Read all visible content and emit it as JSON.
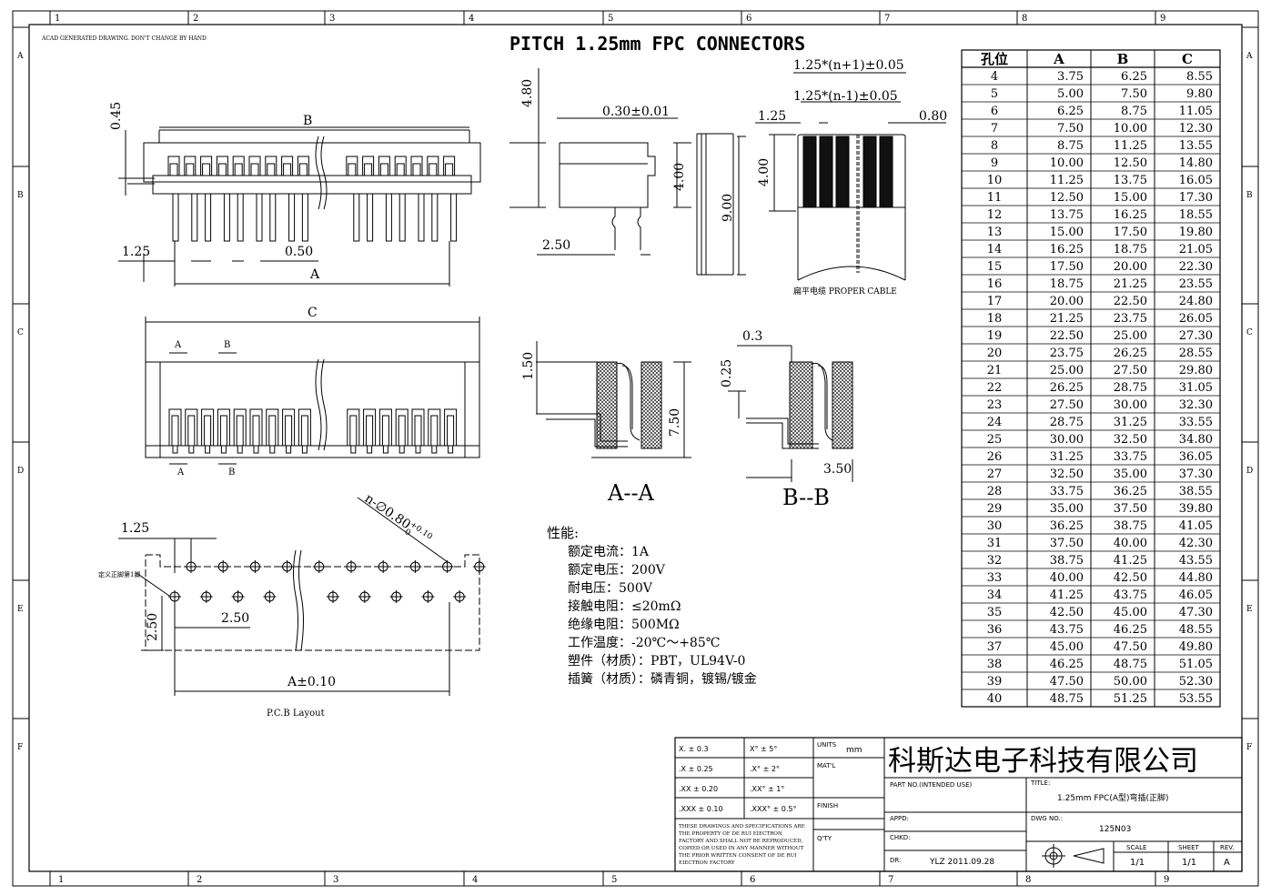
{
  "title": "PITCH 1.25mm FPC CONNECTORS",
  "note_acad": "ACAD GENERATED DRAWING. DON'T CHANGE BY HAND",
  "frame": {
    "cols": [
      "1",
      "2",
      "3",
      "4",
      "5",
      "6",
      "7",
      "8",
      "9"
    ],
    "rows": [
      "A",
      "B",
      "C",
      "D",
      "E",
      "F"
    ]
  },
  "dims": {
    "d045": "0.45",
    "B": "B",
    "d480": "4.80",
    "d125a": "1.25",
    "d050": "0.50",
    "A": "A",
    "d030": "0.30±0.01",
    "d400a": "4.00",
    "d900": "9.00",
    "d250a": "2.50",
    "np1": "1.25*(n+1)±0.05",
    "nm1": "1.25*(n-1)±0.05",
    "d125b": "1.25",
    "d080": "0.80",
    "d400b": "4.00",
    "cable": "扁平电缆 PROPER CABLE",
    "C": "C",
    "arrA": "A",
    "arrB": "B",
    "d150": "1.50",
    "d750": "7.50",
    "sectAA": "A--A",
    "d03": "0.3",
    "d025": "0.25",
    "d350": "3.50",
    "sectBB": "B--B",
    "d125c": "1.25",
    "hole": "n-∅0.80",
    "hole_tol": "+0.10",
    "hole_tol2": "0",
    "pin1": "定义正脚第1脚",
    "d250b": "2.50",
    "d250c": "2.50",
    "A010": "A±0.10",
    "pcb": "P.C.B Layout"
  },
  "specs": {
    "heading": "性能:",
    "lines": [
      "额定电流：1A",
      "额定电压：200V",
      "耐电压：500V",
      "接触电阻：≤20mΩ",
      "绝缘电阻：500MΩ",
      "工作温度：-20℃～+85℃",
      "塑件（材质）：PBT，UL94V-0",
      "插簧（材质）：磷青铜，镀锡/镀金"
    ]
  },
  "table": {
    "headers": [
      "孔位",
      "A",
      "B",
      "C"
    ],
    "rows": [
      [
        "4",
        "3.75",
        "6.25",
        "8.55"
      ],
      [
        "5",
        "5.00",
        "7.50",
        "9.80"
      ],
      [
        "6",
        "6.25",
        "8.75",
        "11.05"
      ],
      [
        "7",
        "7.50",
        "10.00",
        "12.30"
      ],
      [
        "8",
        "8.75",
        "11.25",
        "13.55"
      ],
      [
        "9",
        "10.00",
        "12.50",
        "14.80"
      ],
      [
        "10",
        "11.25",
        "13.75",
        "16.05"
      ],
      [
        "11",
        "12.50",
        "15.00",
        "17.30"
      ],
      [
        "12",
        "13.75",
        "16.25",
        "18.55"
      ],
      [
        "13",
        "15.00",
        "17.50",
        "19.80"
      ],
      [
        "14",
        "16.25",
        "18.75",
        "21.05"
      ],
      [
        "15",
        "17.50",
        "20.00",
        "22.30"
      ],
      [
        "16",
        "18.75",
        "21.25",
        "23.55"
      ],
      [
        "17",
        "20.00",
        "22.50",
        "24.80"
      ],
      [
        "18",
        "21.25",
        "23.75",
        "26.05"
      ],
      [
        "19",
        "22.50",
        "25.00",
        "27.30"
      ],
      [
        "20",
        "23.75",
        "26.25",
        "28.55"
      ],
      [
        "21",
        "25.00",
        "27.50",
        "29.80"
      ],
      [
        "22",
        "26.25",
        "28.75",
        "31.05"
      ],
      [
        "23",
        "27.50",
        "30.00",
        "32.30"
      ],
      [
        "24",
        "28.75",
        "31.25",
        "33.55"
      ],
      [
        "25",
        "30.00",
        "32.50",
        "34.80"
      ],
      [
        "26",
        "31.25",
        "33.75",
        "36.05"
      ],
      [
        "27",
        "32.50",
        "35.00",
        "37.30"
      ],
      [
        "28",
        "33.75",
        "36.25",
        "38.55"
      ],
      [
        "29",
        "35.00",
        "37.50",
        "39.80"
      ],
      [
        "30",
        "36.25",
        "38.75",
        "41.05"
      ],
      [
        "31",
        "37.50",
        "40.00",
        "42.30"
      ],
      [
        "32",
        "38.75",
        "41.25",
        "43.55"
      ],
      [
        "33",
        "40.00",
        "42.50",
        "44.80"
      ],
      [
        "34",
        "41.25",
        "43.75",
        "46.05"
      ],
      [
        "35",
        "42.50",
        "45.00",
        "47.30"
      ],
      [
        "36",
        "43.75",
        "46.25",
        "48.55"
      ],
      [
        "37",
        "45.00",
        "47.50",
        "49.80"
      ],
      [
        "38",
        "46.25",
        "48.75",
        "51.05"
      ],
      [
        "39",
        "47.50",
        "50.00",
        "52.30"
      ],
      [
        "40",
        "48.75",
        "51.25",
        "53.55"
      ]
    ]
  },
  "titleblock": {
    "tol": [
      [
        "X. ± 0.3",
        "X° ± 5°"
      ],
      [
        ".X ± 0.25",
        ".X° ± 2°"
      ],
      [
        ".XX ± 0.20",
        ".XX° ± 1°"
      ],
      [
        ".XXX ± 0.10",
        ".XXX° ± 0.5°"
      ]
    ],
    "units_label": "UNITS",
    "units_value": "mm",
    "matl": "MAT'L",
    "finish": "FINISH",
    "qty": "Q'TY",
    "company": "科斯达电子科技有限公司",
    "partno": "PART NO.(INTENDED USE)",
    "title_label": "TITLE:",
    "title_value": "1.25mm FPC(A型)弯插(正脚)",
    "appd": "APPD:",
    "chkd": "CHKD:",
    "dr_label": "DR:",
    "dr_value": "YLZ 2011.09.28",
    "dwg_label": "DWG NO.:",
    "dwg_value": "125N03",
    "scale_label": "SCALE",
    "scale_value": "1/1",
    "sheet_label": "SHEET",
    "sheet_value": "1/1",
    "rev_label": "REV.",
    "rev_value": "A",
    "disclaimer": [
      "THESE DRAWINGS AND SPECIFICATIONS ARE",
      "THE PROPERTY OF DE RUI EIECTRON",
      "FACTORY AND SHALL NOT BE REPRODUCED,",
      "COPIED OR USED IN ANY MANNER WITHOUT",
      "THE PRIOR WRITTEN CONSENT OF DE RUI",
      "EIECTRON FACTORY"
    ]
  }
}
